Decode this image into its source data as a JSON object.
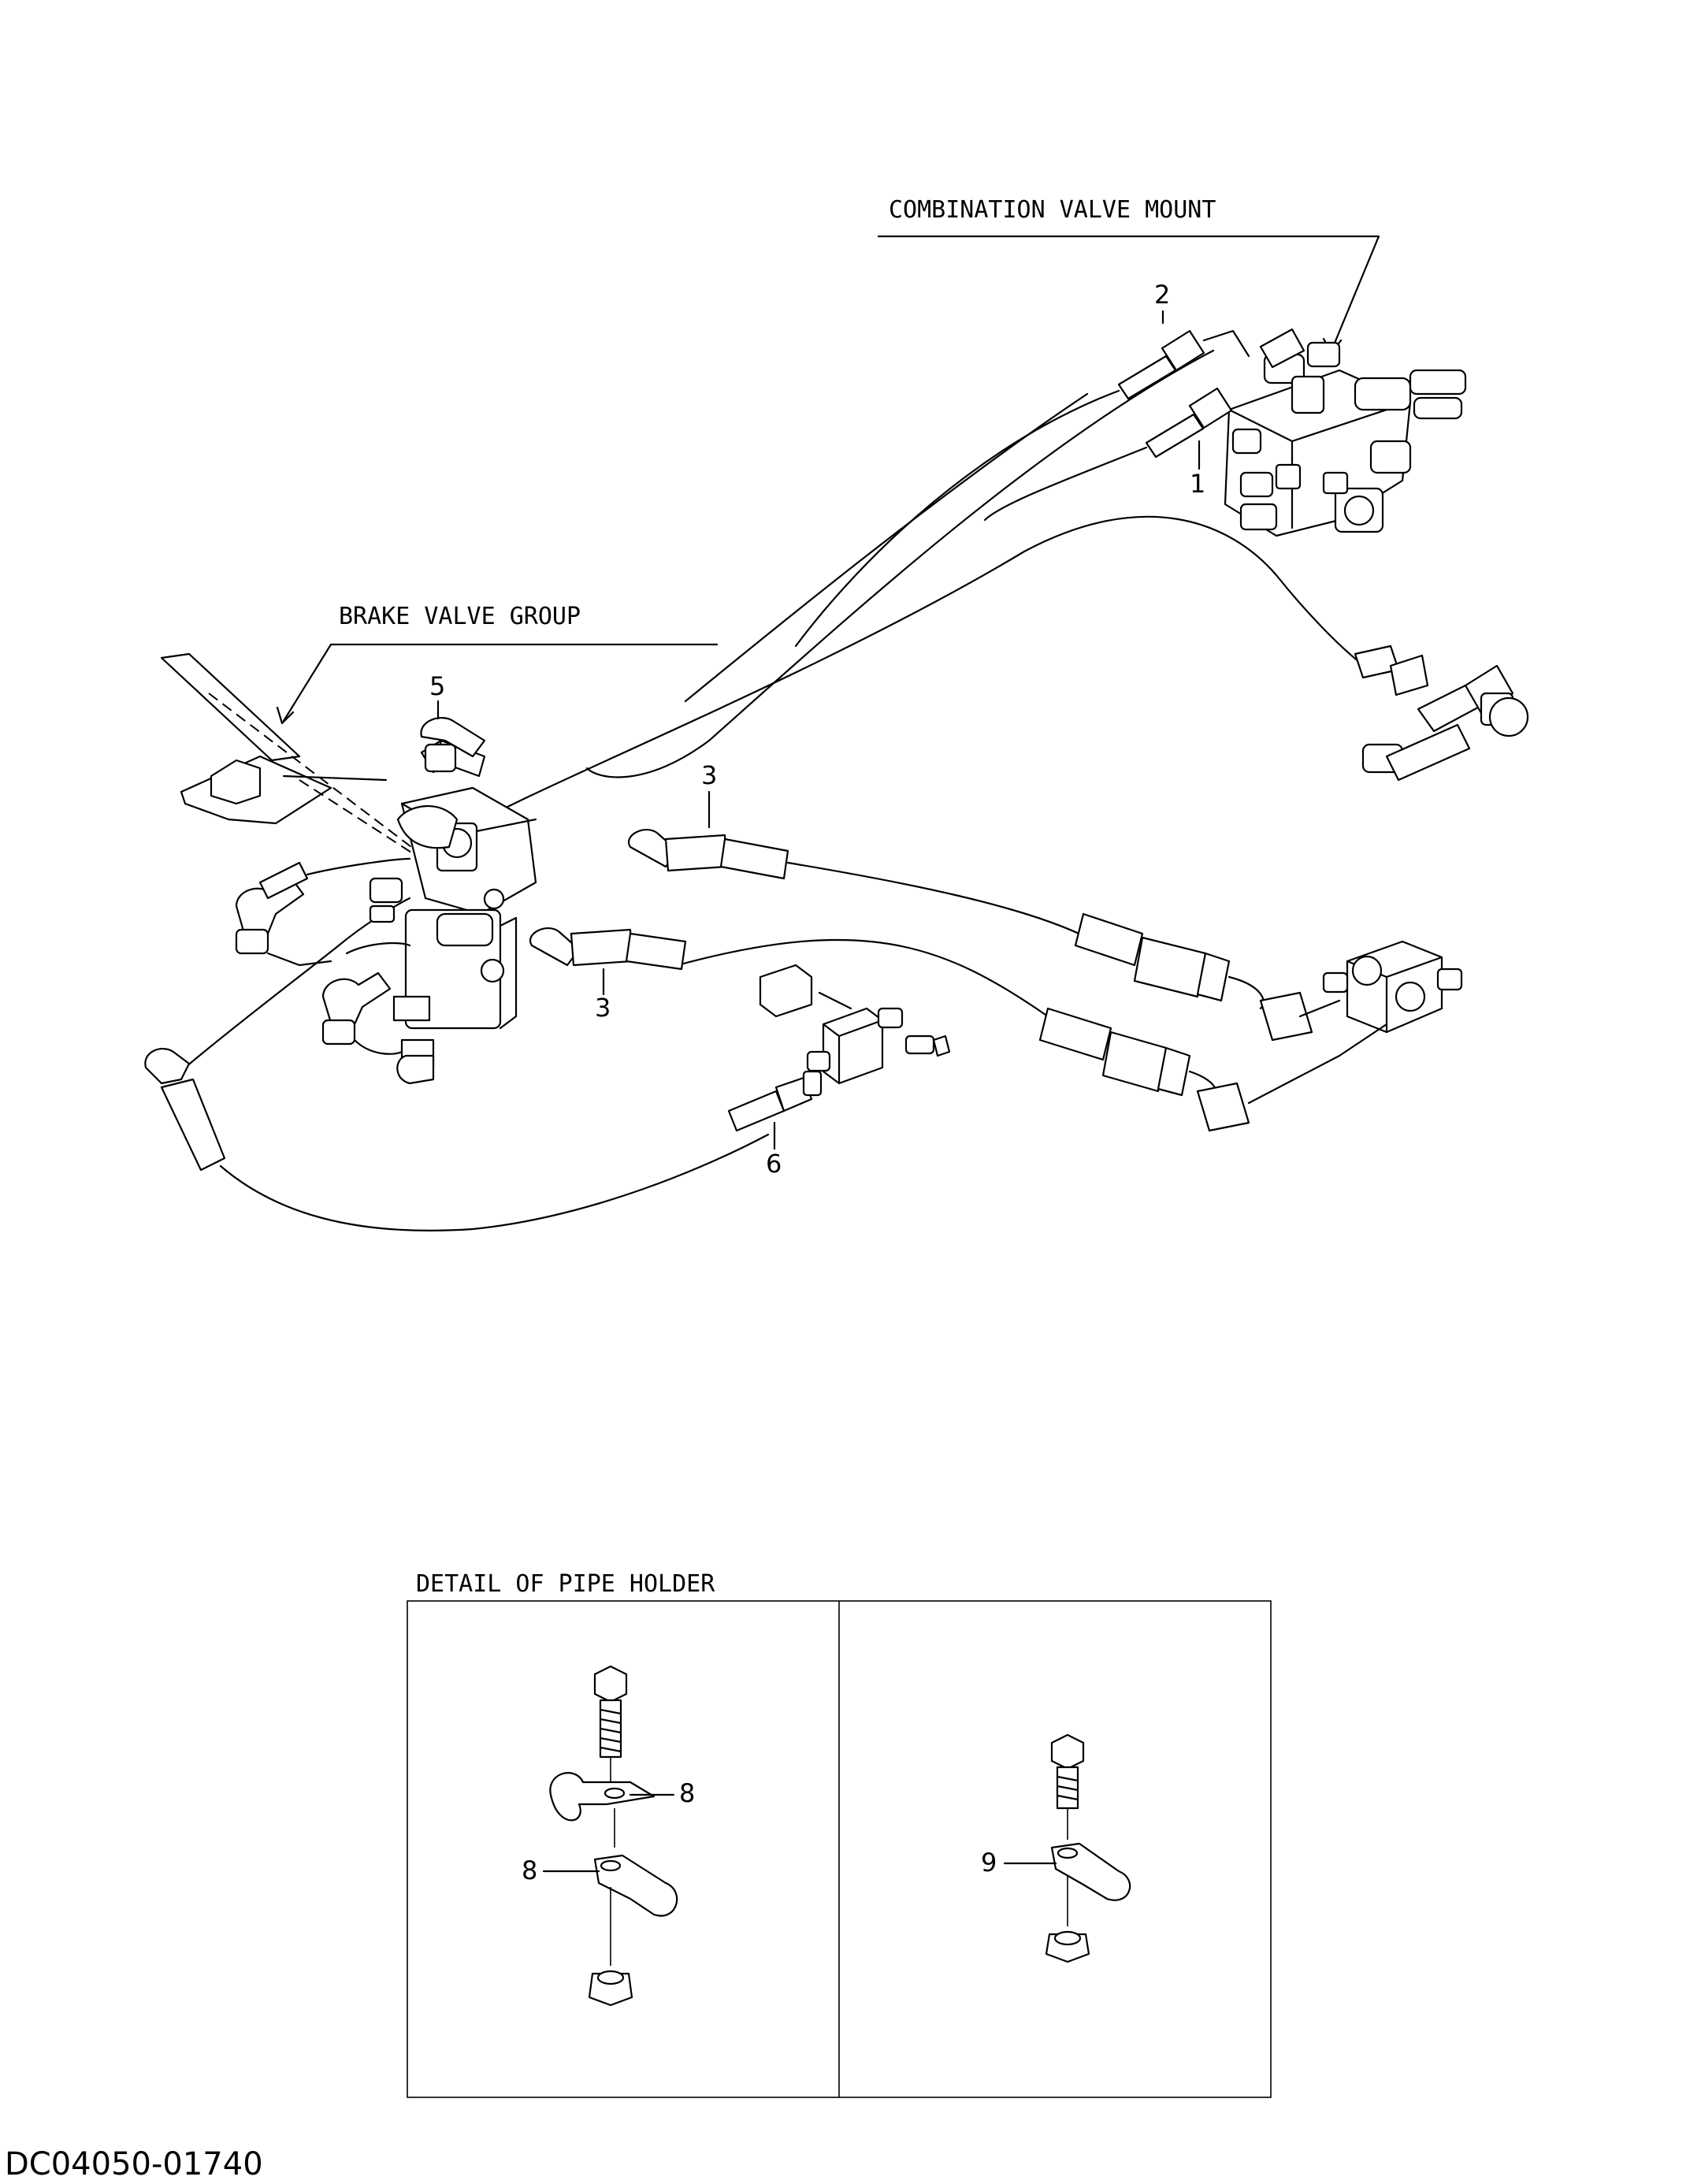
{
  "titles": {
    "combination_valve_mount": "COMBINATION VALVE MOUNT",
    "brake_valve_group": "BRAKE VALVE GROUP",
    "detail_of_pipe_holder": "DETAIL OF PIPE HOLDER"
  },
  "callouts": {
    "c1": "1",
    "c2": "2",
    "c3a": "3",
    "c3b": "3",
    "c5": "5",
    "c6": "6",
    "c8a": "8",
    "c8b": "8",
    "c9": "9"
  },
  "drawing_code": "DC04050-01740"
}
